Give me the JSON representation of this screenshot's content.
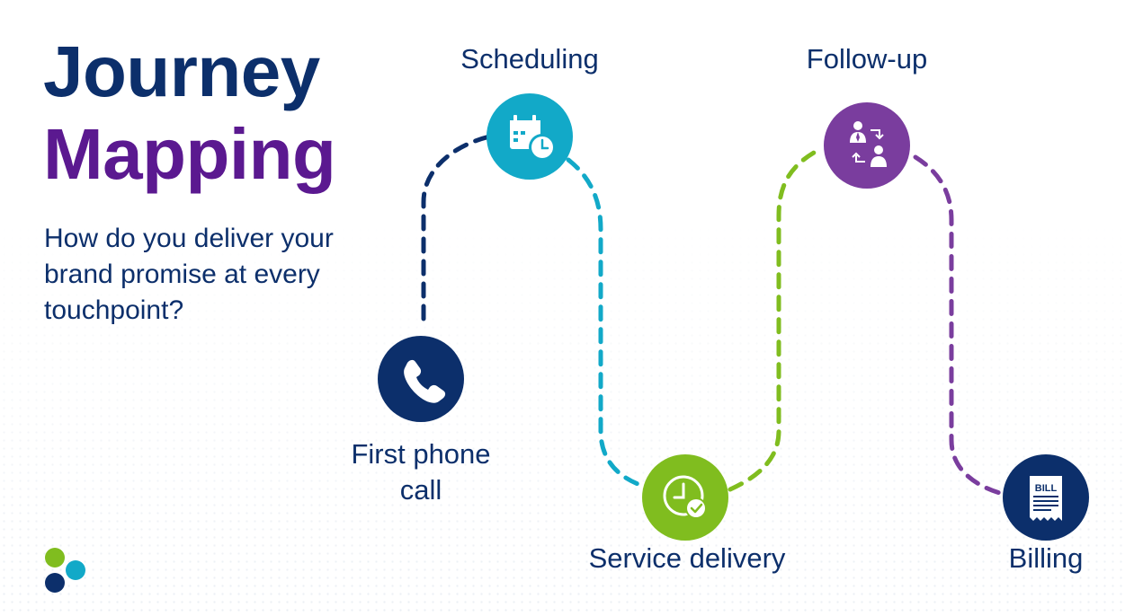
{
  "title": {
    "line1": "Journey",
    "line2": "Mapping"
  },
  "subtitle": "How do you deliver your brand promise at every touchpoint?",
  "colors": {
    "navy": "#0c2f6b",
    "purple": "#5b1990",
    "cyan": "#12a9c8",
    "green": "#80bd1f",
    "violet": "#7a3d9e"
  },
  "stages": [
    {
      "id": "first-phone-call",
      "label_line1": "First phone",
      "label_line2": "call",
      "icon": "phone-icon"
    },
    {
      "id": "scheduling",
      "label": "Scheduling",
      "icon": "calendar-clock-icon"
    },
    {
      "id": "service-delivery",
      "label": "Service delivery",
      "icon": "clock-check-icon"
    },
    {
      "id": "follow-up",
      "label": "Follow-up",
      "icon": "people-exchange-icon"
    },
    {
      "id": "billing",
      "label": "Billing",
      "icon": "bill-icon",
      "icon_text": "BILL"
    }
  ]
}
